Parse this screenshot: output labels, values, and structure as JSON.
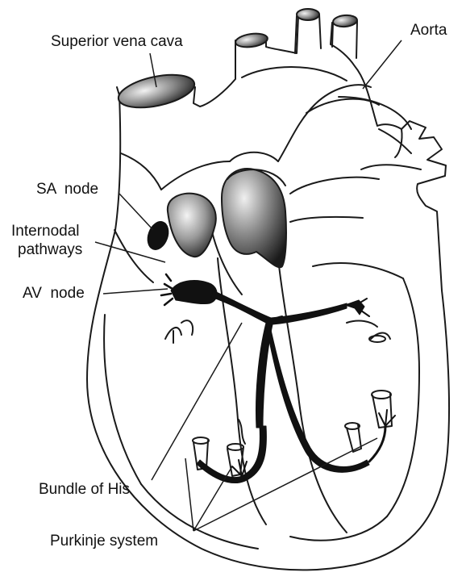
{
  "labels": {
    "superior_vena_cava": "Superior vena cava",
    "aorta": "Aorta",
    "sa_node": "SA  node",
    "internodal_line1": "Internodal",
    "internodal_line2": "pathways",
    "av_node": "AV  node",
    "bundle_of_his": "Bundle of His",
    "purkinje_system": "Purkinje system"
  },
  "colors": {
    "outline": "#1a1a1a",
    "conduction": "#111111",
    "background": "#ffffff"
  }
}
